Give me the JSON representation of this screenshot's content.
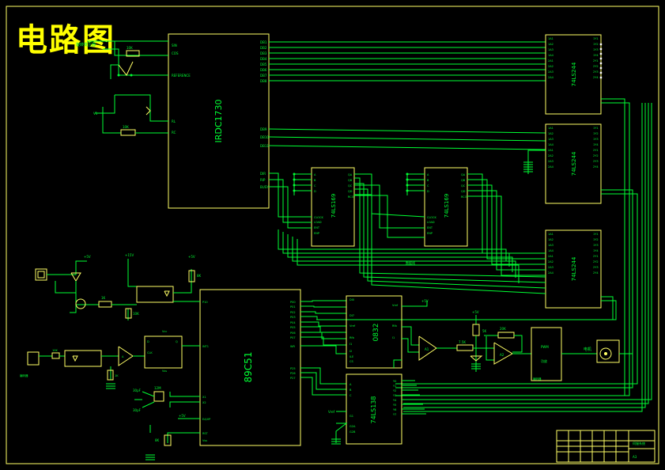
{
  "title": "电路图",
  "chips": {
    "irdc": "IRDC1730",
    "buf1": "74LS244",
    "buf2": "74LS244",
    "buf3": "74LS244",
    "cnt1": "74LS169",
    "cnt2": "74LS169",
    "mcu": "89C51",
    "dac": "0832",
    "dec": "74LS138"
  },
  "irdc_pins_left": [
    "SIN",
    "COS",
    "REFERENCE",
    "RL",
    "RC"
  ],
  "irdc_pins_right": [
    "DB1",
    "DB2",
    "DB3",
    "DB4",
    "DB5",
    "DB6",
    "DB7",
    "DB8",
    "DB9",
    "DB10",
    "DB11",
    "DIR",
    "RIP",
    "BUSY"
  ],
  "counter_pins": [
    "A",
    "B",
    "C",
    "D",
    "CLOCK",
    "LOAD",
    "ENT",
    "ENP",
    "QA",
    "QB",
    "QC",
    "QD",
    "RCO"
  ],
  "buffer_pins_left": [
    "1A1",
    "1A2",
    "1A3",
    "1A4",
    "2A1",
    "2A2",
    "2A3",
    "2A4"
  ],
  "buffer_pins_right": [
    "1Y1",
    "1Y2",
    "1Y3",
    "1Y4",
    "2Y1",
    "2Y2",
    "2Y3",
    "2Y4",
    "1G",
    "2G"
  ],
  "mcu_pins_left": [
    "P10",
    "INT1",
    "X1",
    "X2",
    "EA/VP",
    "RST",
    "Vss"
  ],
  "mcu_pins_right": [
    "P00",
    "P01",
    "P02",
    "P03",
    "P04",
    "P05",
    "P06",
    "P07",
    "WR",
    "P25",
    "P26",
    "P27"
  ],
  "dac_pins": [
    "DI0",
    "DI7",
    "Vref",
    "Rfb",
    "I1",
    "I2",
    "ILE",
    "CS",
    "WR1",
    "WR2",
    "XFER",
    "Vcc"
  ],
  "dec_pins_left": [
    "A",
    "B",
    "C",
    "G1",
    "G2A",
    "G2B"
  ],
  "dec_pins_right": [
    "Y0",
    "Y1",
    "Y2",
    "Y3",
    "Y4",
    "Y5",
    "Y6",
    "Y7"
  ],
  "passives": {
    "r_top": "10K",
    "r_osc": "10K",
    "v1": "V1",
    "r_led": "1K",
    "r_base": "1K",
    "r_10k": "10K",
    "c_30pf_a": "30pF",
    "c_30pf_b": "30pF",
    "xtal": "12M",
    "r_rst": "8K",
    "r_7k": "7.5K",
    "r_5k": "5K",
    "r_20k": "20K"
  },
  "power": {
    "vcc_a": "+5V",
    "vcc_b": "+15V",
    "vcc_c": "+5V",
    "vcc_d": "+5V",
    "vcc_e": "+5V",
    "vcc_f": "-5V",
    "vref": "Vref"
  },
  "amp": {
    "a1": "A1",
    "a2": "A2"
  },
  "pwm": {
    "label": "PWM",
    "sub": "功放"
  },
  "motor": "电机",
  "encoder": "编码器",
  "resolver_label": "旋转变压器",
  "net_label": "数据线",
  "title_block": {
    "name": "伺服系统",
    "size": "A3"
  }
}
